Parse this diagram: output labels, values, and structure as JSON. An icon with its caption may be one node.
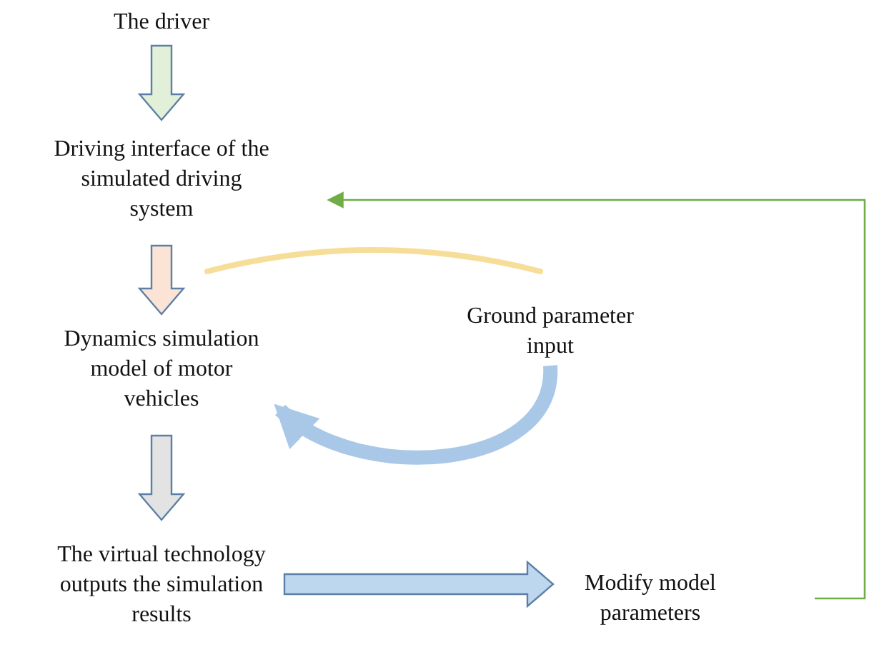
{
  "diagram": {
    "nodes": [
      {
        "text": [
          "The driver"
        ]
      },
      {
        "text": [
          "Driving interface of the simulated driving system"
        ]
      },
      {
        "text": [
          "Dynamics simulation model of motor vehicles"
        ]
      },
      {
        "text": [
          "Ground parameter input"
        ]
      },
      {
        "text": [
          "The virtual technology outputs the simulation results"
        ]
      },
      {
        "text": [
          "Modify model parameters"
        ]
      }
    ],
    "edges": [
      {
        "from": 0,
        "to": 1,
        "arrow": "to",
        "style": "thick",
        "color": "#e2efd9"
      },
      {
        "from": 1,
        "to": 2,
        "arrow": "to",
        "style": "thick",
        "color": "#fbe4d5"
      },
      {
        "from": 2,
        "to": 4,
        "arrow": "to",
        "style": "thick",
        "color": "#e3e3e3"
      },
      {
        "from": 4,
        "to": 5,
        "arrow": "to",
        "style": "thick",
        "color": "#bdd7ee"
      },
      {
        "from": 5,
        "to": 1,
        "arrow": "to"
      },
      {
        "from": 3,
        "to": 2,
        "arrow": "to",
        "style": "thick",
        "color": "#a9c8e8"
      }
    ]
  }
}
